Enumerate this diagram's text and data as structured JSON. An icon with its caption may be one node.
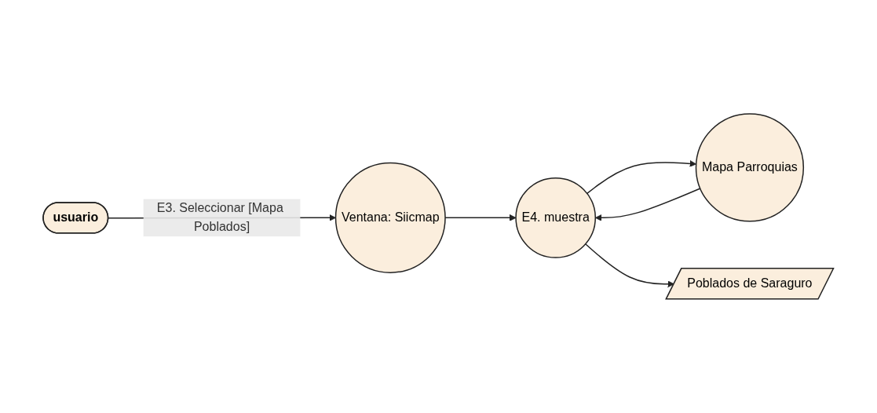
{
  "diagram": {
    "nodes": [
      {
        "text": [
          "usuario"
        ]
      },
      {
        "text": [
          "Ventana: Siicmap"
        ]
      },
      {
        "text": [
          "E4. muestra"
        ]
      },
      {
        "text": [
          "Mapa Parroquias"
        ]
      },
      {
        "text": [
          "Poblados de Saraguro"
        ]
      }
    ],
    "edges": [
      {
        "from": 0,
        "to": 1,
        "arrow": "to",
        "label": "E3. Seleccionar [Mapa Poblados]"
      },
      {
        "from": 1,
        "to": 2,
        "arrow": "to"
      },
      {
        "from": 2,
        "to": 3,
        "arrow": "to"
      },
      {
        "from": 3,
        "to": 2,
        "arrow": "to"
      },
      {
        "from": 2,
        "to": 4,
        "arrow": "to"
      }
    ]
  }
}
